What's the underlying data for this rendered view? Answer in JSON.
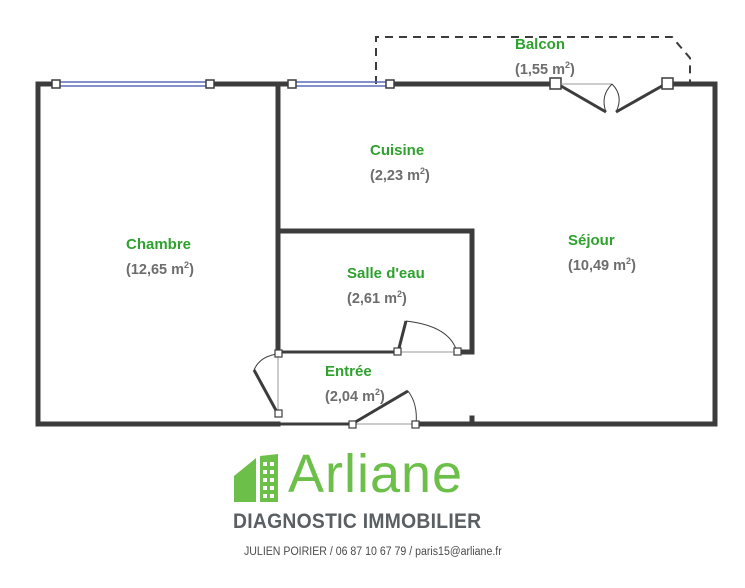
{
  "rooms": {
    "balcon": {
      "name": "Balcon",
      "area": "(1,55 m",
      "unit_exp": "2",
      "close": ")"
    },
    "cuisine": {
      "name": "Cuisine",
      "area": "(2,23 m",
      "unit_exp": "2",
      "close": ")"
    },
    "chambre": {
      "name": "Chambre",
      "area": "(12,65 m",
      "unit_exp": "2",
      "close": ")"
    },
    "sejour": {
      "name": "Séjour",
      "area": "(10,49 m",
      "unit_exp": "2",
      "close": ")"
    },
    "salle_eau": {
      "name": "Salle d'eau",
      "area": "(2,61 m",
      "unit_exp": "2",
      "close": ")"
    },
    "entree": {
      "name": "Entrée",
      "area": "(2,04 m",
      "unit_exp": "2",
      "close": ")"
    }
  },
  "brand": {
    "name": "Arliane",
    "tagline": "DIAGNOSTIC IMMOBILIER",
    "contact": "JULIEN POIRIER / 06 87 10 67 79 / paris15@arliane.fr",
    "colors": {
      "green": "#6cc04a",
      "gray": "#5a5f63",
      "room_label": "#2fa12f",
      "wall": "#3c3c3c"
    }
  }
}
